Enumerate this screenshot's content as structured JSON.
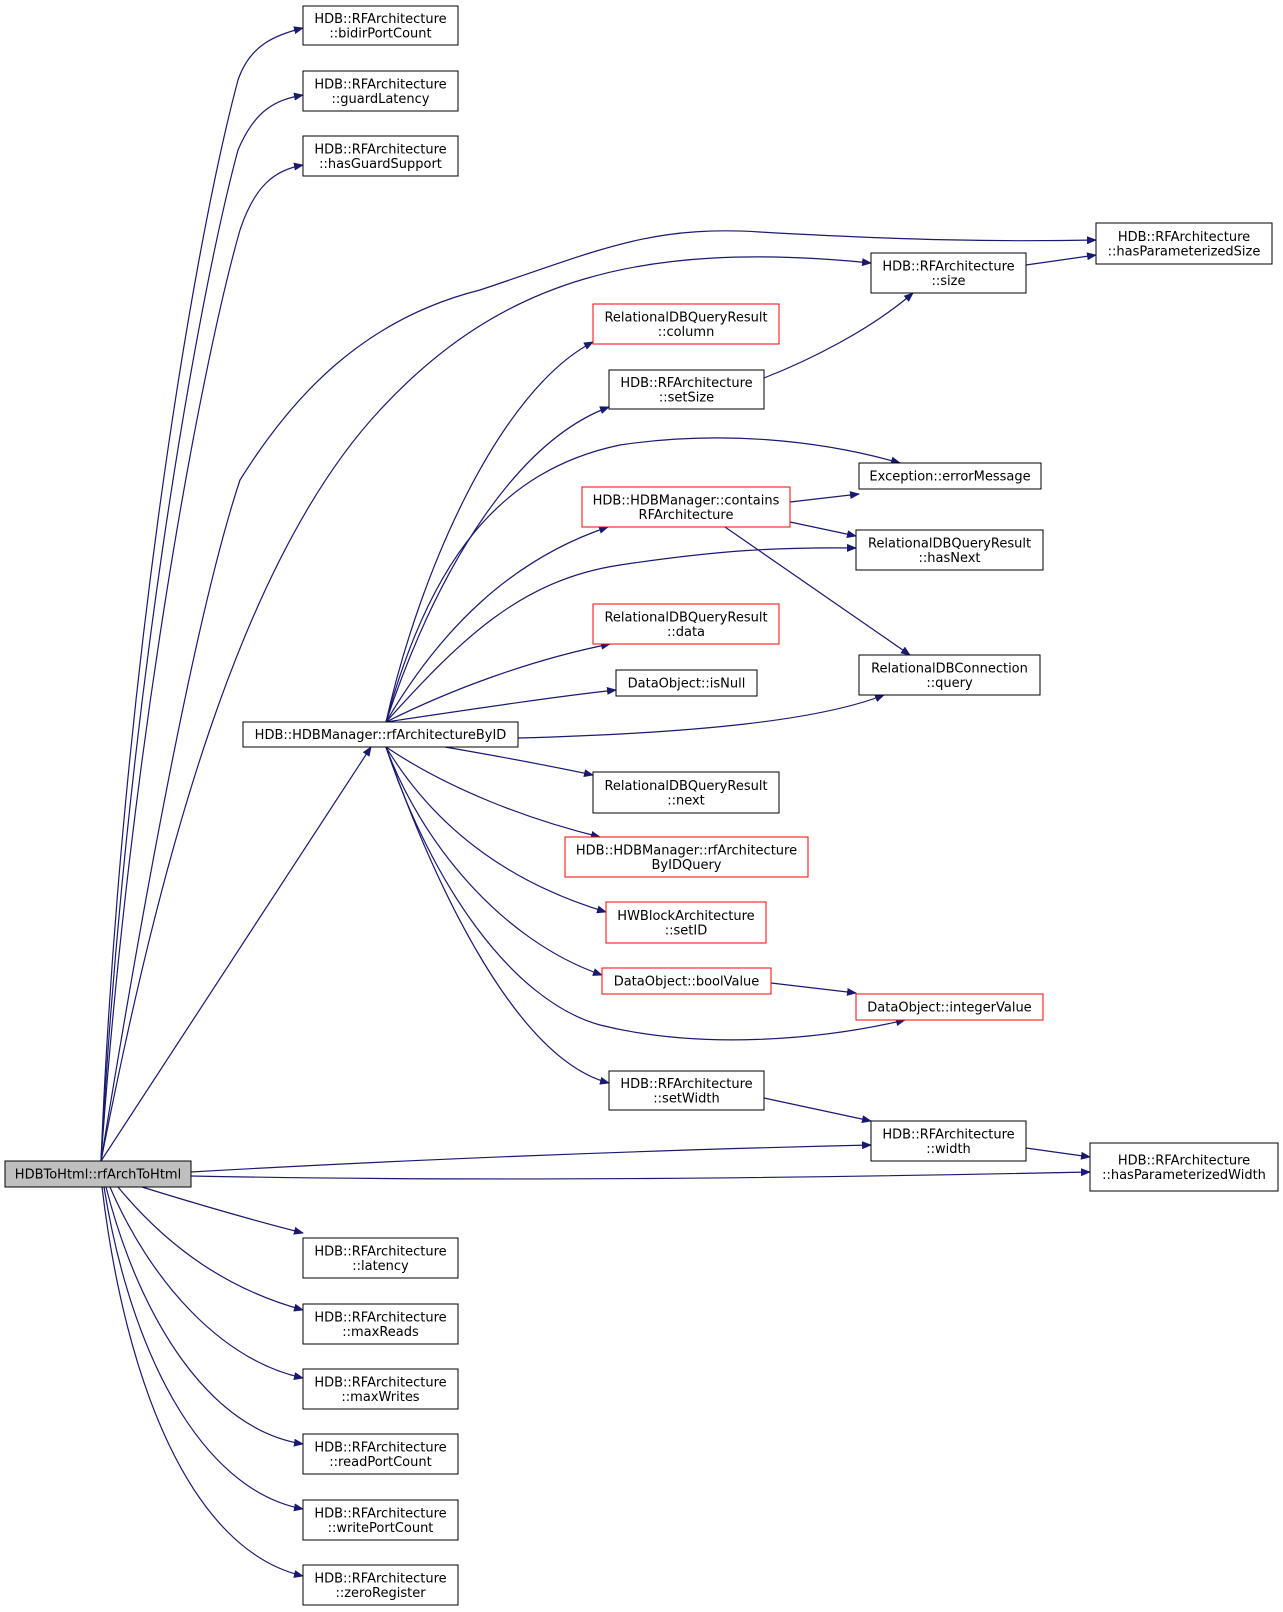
{
  "colors": {
    "edge": "#191970",
    "node_border": "#000000",
    "node_border_red": "#ff0000",
    "node_fill": "#ffffff",
    "root_fill": "#bfbfbf"
  },
  "nodes": {
    "root": {
      "lines": [
        "HDBToHtml::rfArchToHtml"
      ],
      "style": "root"
    },
    "bidirPortCount": {
      "lines": [
        "HDB::RFArchitecture",
        "::bidirPortCount"
      ],
      "style": "normal"
    },
    "guardLatency": {
      "lines": [
        "HDB::RFArchitecture",
        "::guardLatency"
      ],
      "style": "normal"
    },
    "hasGuardSupport": {
      "lines": [
        "HDB::RFArchitecture",
        "::hasGuardSupport"
      ],
      "style": "normal"
    },
    "hasParameterizedSize": {
      "lines": [
        "HDB::RFArchitecture",
        "::hasParameterizedSize"
      ],
      "style": "normal"
    },
    "size": {
      "lines": [
        "HDB::RFArchitecture",
        "::size"
      ],
      "style": "normal"
    },
    "column": {
      "lines": [
        "RelationalDBQueryResult",
        "::column"
      ],
      "style": "red"
    },
    "setSize": {
      "lines": [
        "HDB::RFArchitecture",
        "::setSize"
      ],
      "style": "normal"
    },
    "errorMessage": {
      "lines": [
        "Exception::errorMessage"
      ],
      "style": "normal"
    },
    "containsRF": {
      "lines": [
        "HDB::HDBManager::contains",
        "RFArchitecture"
      ],
      "style": "red"
    },
    "hasNext": {
      "lines": [
        "RelationalDBQueryResult",
        "::hasNext"
      ],
      "style": "normal"
    },
    "data": {
      "lines": [
        "RelationalDBQueryResult",
        "::data"
      ],
      "style": "red"
    },
    "isNull": {
      "lines": [
        "DataObject::isNull"
      ],
      "style": "normal"
    },
    "query": {
      "lines": [
        "RelationalDBConnection",
        "::query"
      ],
      "style": "normal"
    },
    "rfArchByID": {
      "lines": [
        "HDB::HDBManager::rfArchitectureByID"
      ],
      "style": "normal"
    },
    "next": {
      "lines": [
        "RelationalDBQueryResult",
        "::next"
      ],
      "style": "normal"
    },
    "rfArchByIDQuery": {
      "lines": [
        "HDB::HDBManager::rfArchitecture",
        "ByIDQuery"
      ],
      "style": "red"
    },
    "setID": {
      "lines": [
        "HWBlockArchitecture",
        "::setID"
      ],
      "style": "red"
    },
    "boolValue": {
      "lines": [
        "DataObject::boolValue"
      ],
      "style": "red"
    },
    "integerValue": {
      "lines": [
        "DataObject::integerValue"
      ],
      "style": "red"
    },
    "setWidth": {
      "lines": [
        "HDB::RFArchitecture",
        "::setWidth"
      ],
      "style": "normal"
    },
    "width": {
      "lines": [
        "HDB::RFArchitecture",
        "::width"
      ],
      "style": "normal"
    },
    "hasParameterizedWidth": {
      "lines": [
        "HDB::RFArchitecture",
        "::hasParameterizedWidth"
      ],
      "style": "normal"
    },
    "latency": {
      "lines": [
        "HDB::RFArchitecture",
        "::latency"
      ],
      "style": "normal"
    },
    "maxReads": {
      "lines": [
        "HDB::RFArchitecture",
        "::maxReads"
      ],
      "style": "normal"
    },
    "maxWrites": {
      "lines": [
        "HDB::RFArchitecture",
        "::maxWrites"
      ],
      "style": "normal"
    },
    "readPortCount": {
      "lines": [
        "HDB::RFArchitecture",
        "::readPortCount"
      ],
      "style": "normal"
    },
    "writePortCount": {
      "lines": [
        "HDB::RFArchitecture",
        "::writePortCount"
      ],
      "style": "normal"
    },
    "zeroRegister": {
      "lines": [
        "HDB::RFArchitecture",
        "::zeroRegister"
      ],
      "style": "normal"
    }
  },
  "edges": [
    [
      "root",
      "bidirPortCount"
    ],
    [
      "root",
      "guardLatency"
    ],
    [
      "root",
      "hasGuardSupport"
    ],
    [
      "root",
      "hasParameterizedSize"
    ],
    [
      "root",
      "size"
    ],
    [
      "root",
      "rfArchByID"
    ],
    [
      "root",
      "width"
    ],
    [
      "root",
      "hasParameterizedWidth"
    ],
    [
      "root",
      "latency"
    ],
    [
      "root",
      "maxReads"
    ],
    [
      "root",
      "maxWrites"
    ],
    [
      "root",
      "readPortCount"
    ],
    [
      "root",
      "writePortCount"
    ],
    [
      "root",
      "zeroRegister"
    ],
    [
      "size",
      "hasParameterizedSize"
    ],
    [
      "rfArchByID",
      "column"
    ],
    [
      "rfArchByID",
      "setSize"
    ],
    [
      "rfArchByID",
      "errorMessage"
    ],
    [
      "rfArchByID",
      "containsRF"
    ],
    [
      "rfArchByID",
      "hasNext"
    ],
    [
      "rfArchByID",
      "data"
    ],
    [
      "rfArchByID",
      "isNull"
    ],
    [
      "rfArchByID",
      "query"
    ],
    [
      "rfArchByID",
      "next"
    ],
    [
      "rfArchByID",
      "rfArchByIDQuery"
    ],
    [
      "rfArchByID",
      "setID"
    ],
    [
      "rfArchByID",
      "boolValue"
    ],
    [
      "rfArchByID",
      "integerValue"
    ],
    [
      "rfArchByID",
      "setWidth"
    ],
    [
      "setSize",
      "size"
    ],
    [
      "containsRF",
      "errorMessage"
    ],
    [
      "containsRF",
      "hasNext"
    ],
    [
      "containsRF",
      "query"
    ],
    [
      "boolValue",
      "integerValue"
    ],
    [
      "setWidth",
      "width"
    ],
    [
      "width",
      "hasParameterizedWidth"
    ]
  ]
}
